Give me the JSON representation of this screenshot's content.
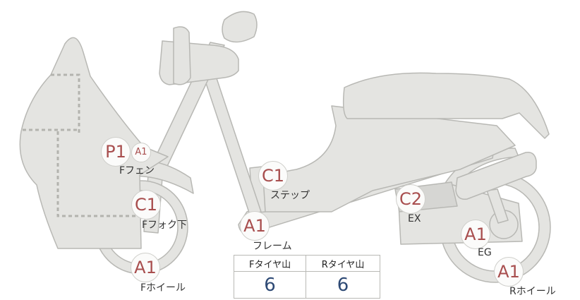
{
  "badges": {
    "front_fender": "P1",
    "front_fender_sub": "A1",
    "step": "C1",
    "fork_lower": "C1",
    "frame": "A1",
    "exhaust": "C2",
    "engine": "A1",
    "front_wheel": "A1",
    "rear_wheel": "A1"
  },
  "labels": {
    "front_fender": "Fフェン",
    "step": "ステップ",
    "fork_lower": "Fフォク下",
    "frame": "フレーム",
    "exhaust": "EX",
    "engine": "EG",
    "front_wheel": "Fホイール",
    "rear_wheel": "Rホイール"
  },
  "tire_table": {
    "headers": [
      "Fタイヤ山",
      "Rタイヤ山"
    ],
    "values": [
      "6",
      "6"
    ]
  },
  "colors": {
    "part_fill": "#e4e4e1",
    "part_stroke": "#b8b8b4",
    "grade_text": "#a84e4e",
    "value_text": "#2e4a75"
  }
}
